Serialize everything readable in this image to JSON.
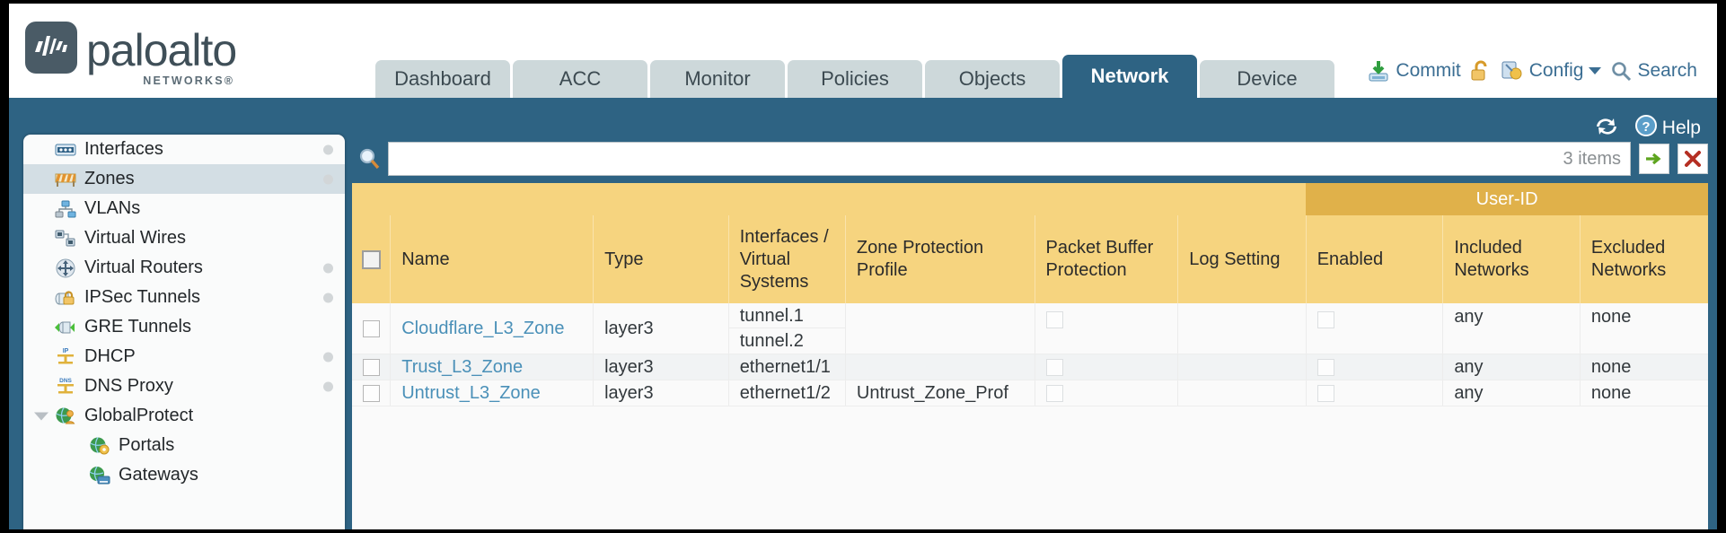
{
  "brand": {
    "name": "paloalto",
    "tagline": "NETWORKS",
    "registered": "®"
  },
  "nav": {
    "tabs": [
      {
        "label": "Dashboard",
        "active": false
      },
      {
        "label": "ACC",
        "active": false
      },
      {
        "label": "Monitor",
        "active": false
      },
      {
        "label": "Policies",
        "active": false
      },
      {
        "label": "Objects",
        "active": false
      },
      {
        "label": "Network",
        "active": true
      },
      {
        "label": "Device",
        "active": false
      }
    ]
  },
  "toolbar": {
    "commit_label": "Commit",
    "commit_icon": "commit-save-icon",
    "lock_icon": "unlocked-padlock-icon",
    "config_label": "Config",
    "config_icon": "config-wrench-key-icon",
    "config_caret": "chevron-down-icon",
    "search_label": "Search",
    "search_icon": "magnifier-icon"
  },
  "bluebar": {
    "refresh_icon": "refresh-icon",
    "help_label": "Help",
    "help_icon": "help-question-icon"
  },
  "sidebar": {
    "items": [
      {
        "label": "Interfaces",
        "icon": "interfaces-icon",
        "selected": false,
        "dot": true,
        "child": false,
        "caret": false
      },
      {
        "label": "Zones",
        "icon": "zones-barrier-icon",
        "selected": true,
        "dot": true,
        "child": false,
        "caret": false
      },
      {
        "label": "VLANs",
        "icon": "vlans-icon",
        "selected": false,
        "dot": false,
        "child": false,
        "caret": false
      },
      {
        "label": "Virtual Wires",
        "icon": "virtual-wires-icon",
        "selected": false,
        "dot": false,
        "child": false,
        "caret": false
      },
      {
        "label": "Virtual Routers",
        "icon": "virtual-routers-icon",
        "selected": false,
        "dot": true,
        "child": false,
        "caret": false
      },
      {
        "label": "IPSec Tunnels",
        "icon": "ipsec-tunnels-icon",
        "selected": false,
        "dot": true,
        "child": false,
        "caret": false
      },
      {
        "label": "GRE Tunnels",
        "icon": "gre-tunnels-icon",
        "selected": false,
        "dot": false,
        "child": false,
        "caret": false
      },
      {
        "label": "DHCP",
        "icon": "dhcp-icon",
        "selected": false,
        "dot": true,
        "child": false,
        "caret": false
      },
      {
        "label": "DNS Proxy",
        "icon": "dns-proxy-icon",
        "selected": false,
        "dot": true,
        "child": false,
        "caret": false
      },
      {
        "label": "GlobalProtect",
        "icon": "globalprotect-icon",
        "selected": false,
        "dot": false,
        "child": false,
        "caret": true
      },
      {
        "label": "Portals",
        "icon": "portals-icon",
        "selected": false,
        "dot": false,
        "child": true,
        "caret": false
      },
      {
        "label": "Gateways",
        "icon": "gateways-icon",
        "selected": false,
        "dot": false,
        "child": true,
        "caret": false
      }
    ]
  },
  "filter": {
    "search_icon": "magnifier-icon",
    "value": "",
    "placeholder": "",
    "item_count": "3 items",
    "apply_icon": "green-arrow-apply-icon",
    "clear_icon": "red-x-clear-icon"
  },
  "table": {
    "group_header": {
      "label": "User-ID",
      "span": 3
    },
    "columns": [
      "Name",
      "Type",
      "Interfaces / Virtual Systems",
      "Zone Protection Profile",
      "Packet Buffer Protection",
      "Log Setting",
      "Enabled",
      "Included Networks",
      "Excluded Networks"
    ],
    "select_all_checkbox": false,
    "rows": [
      {
        "selected": false,
        "name": "Cloudflare_L3_Zone",
        "type": "layer3",
        "interfaces": [
          "tunnel.1",
          "tunnel.2"
        ],
        "zone_protection_profile": "",
        "packet_buffer_protection": false,
        "log_setting": "",
        "userid_enabled": false,
        "included_networks": "any",
        "excluded_networks": "none"
      },
      {
        "selected": false,
        "name": "Trust_L3_Zone",
        "type": "layer3",
        "interfaces": [
          "ethernet1/1"
        ],
        "zone_protection_profile": "",
        "packet_buffer_protection": false,
        "log_setting": "",
        "userid_enabled": false,
        "included_networks": "any",
        "excluded_networks": "none"
      },
      {
        "selected": false,
        "name": "Untrust_L3_Zone",
        "type": "layer3",
        "interfaces": [
          "ethernet1/2"
        ],
        "zone_protection_profile": "Untrust_Zone_Prof",
        "packet_buffer_protection": false,
        "log_setting": "",
        "userid_enabled": false,
        "included_networks": "any",
        "excluded_networks": "none"
      }
    ]
  },
  "colors": {
    "header_blue": "#2e6383",
    "table_header_yellow": "#f6d47f",
    "group_header_yellow": "#e0b14a",
    "link_blue": "#4a90b8",
    "selected_nav": "#d3dee4"
  }
}
